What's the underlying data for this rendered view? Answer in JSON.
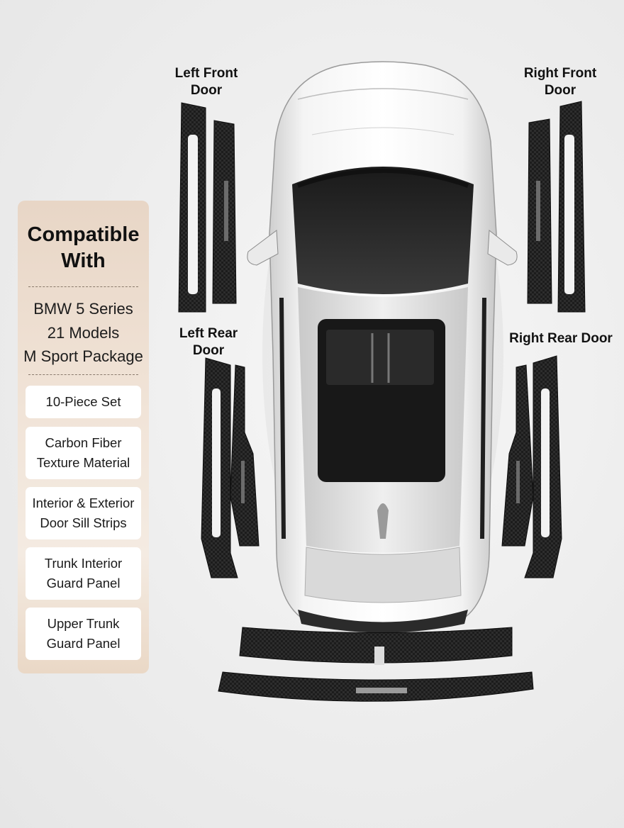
{
  "panel": {
    "title_line1": "Compatible",
    "title_line2": "With",
    "models": [
      "BMW 5 Series",
      "21 Models",
      "M Sport Package"
    ],
    "features": [
      {
        "line1": "10-Piece Set",
        "line2": ""
      },
      {
        "line1": "Carbon Fiber",
        "line2": "Texture Material"
      },
      {
        "line1": "Interior & Exterior",
        "line2": "Door Sill Strips"
      },
      {
        "line1": "Trunk Interior",
        "line2": "Guard Panel"
      },
      {
        "line1": "Upper Trunk",
        "line2": "Guard Panel"
      }
    ]
  },
  "labels": {
    "left_front": [
      "Left Front",
      "Door"
    ],
    "right_front": [
      "Right Front",
      "Door"
    ],
    "left_rear": [
      "Left Rear",
      "Door"
    ],
    "right_rear": "Right Rear Door"
  },
  "colors": {
    "panel_top": "#e8d6c6",
    "panel_bottom": "#ead8c6",
    "carbon": "#1e1e1e",
    "car_body": "#e9e9e9"
  }
}
